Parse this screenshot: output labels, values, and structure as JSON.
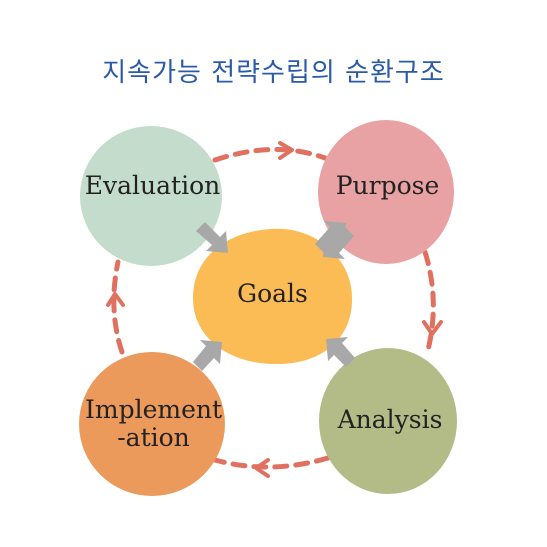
{
  "title": "지속가능 전략수립의 순환구조",
  "nodes": {
    "evaluation": {
      "label": "Evaluation",
      "color": "#c4dccc"
    },
    "purpose": {
      "label": "Purpose",
      "color": "#e9a2a4"
    },
    "goals": {
      "label": "Goals",
      "color": "#fcbc55"
    },
    "implementation": {
      "label_line1": "Implement",
      "label_line2": "-ation",
      "color": "#ec9a5c"
    },
    "analysis": {
      "label": "Analysis",
      "color": "#b3bc87"
    }
  },
  "colors": {
    "cycle_arrow": "#e07060",
    "goal_arrow": "#a8a8a8",
    "title": "#2a5aa8"
  }
}
